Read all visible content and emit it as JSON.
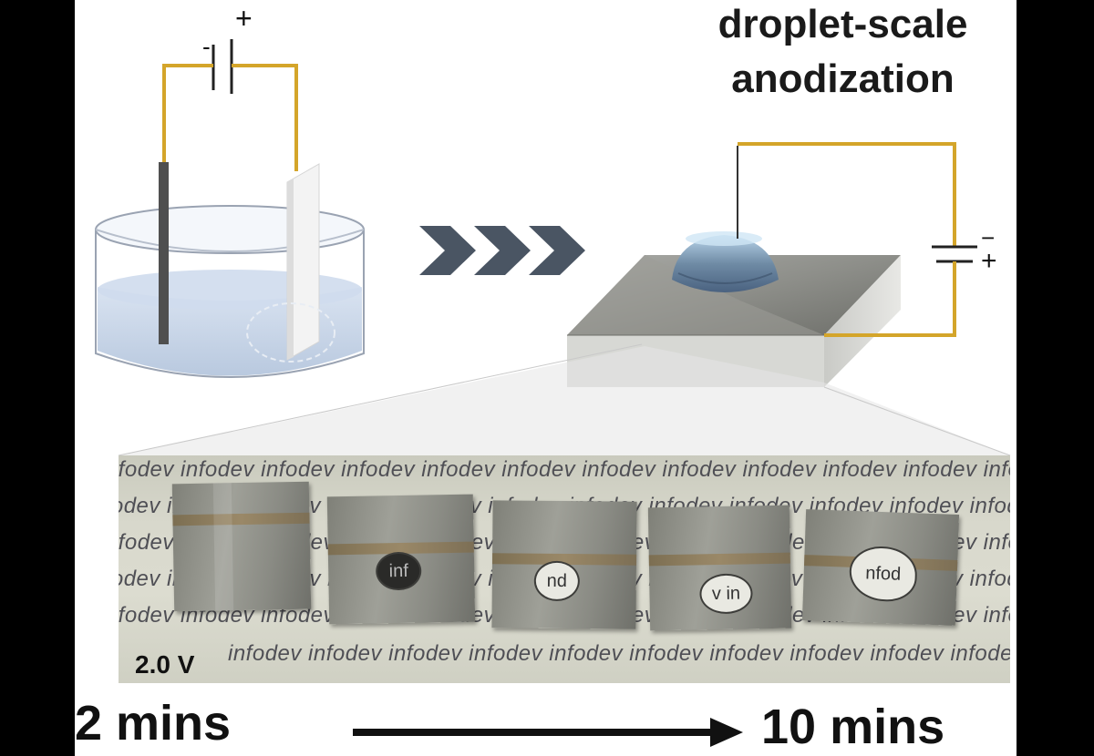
{
  "title": {
    "line1": "droplet-scale",
    "line2": "anodization"
  },
  "left_cell": {
    "minus": "-",
    "plus": "+"
  },
  "right_cell": {
    "minus": "−",
    "plus": "+"
  },
  "photo": {
    "background_word": "infodev",
    "voltage": "2.0 V",
    "samples": [
      {
        "time_index": 1,
        "hole_text": ""
      },
      {
        "time_index": 2,
        "hole_text": "inf"
      },
      {
        "time_index": 3,
        "hole_text": "nd"
      },
      {
        "time_index": 4,
        "hole_text": "v in"
      },
      {
        "time_index": 5,
        "hole_text": "nfod"
      }
    ]
  },
  "timeline": {
    "start": "2 mins",
    "end": "10 mins"
  },
  "colors": {
    "wire": "#d4a52a",
    "electrolyte": "#c8d6ea",
    "substrate": "#8e8f8a",
    "chevron": "#4a5563",
    "droplet": "#7f95ad"
  },
  "icons": [
    "beaker-icon",
    "battery-icon",
    "electrode-rod-icon",
    "foil-electrode-icon",
    "chevron-arrows-icon",
    "droplet-icon",
    "substrate-block-icon",
    "arrow-icon"
  ]
}
